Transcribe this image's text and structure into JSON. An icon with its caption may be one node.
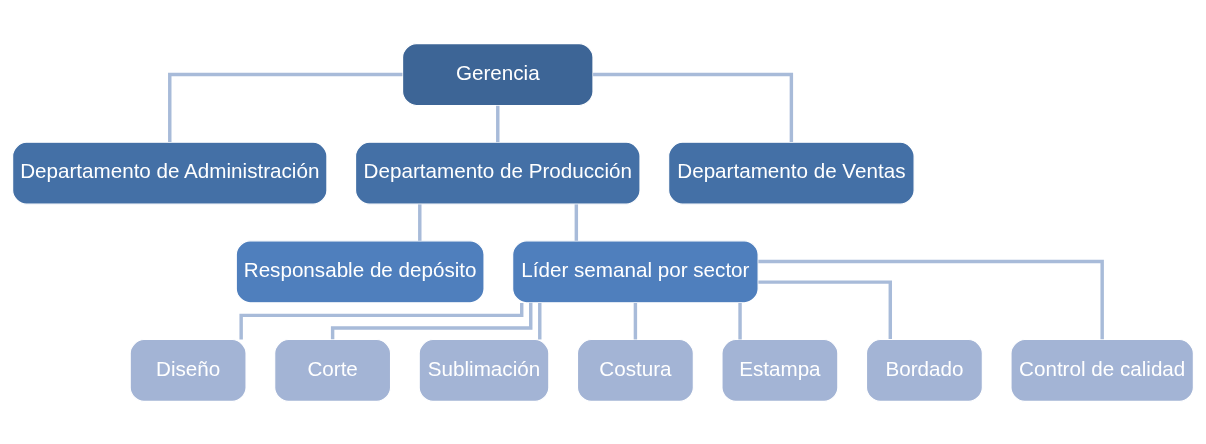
{
  "diagram": {
    "nodes": [
      {
        "text": [
          "Gerencia"
        ]
      },
      {
        "text": [
          "Departamento de Administración"
        ]
      },
      {
        "text": [
          "Departamento de Producción"
        ]
      },
      {
        "text": [
          "Departamento de Ventas"
        ]
      },
      {
        "text": [
          "Responsable de depósito"
        ]
      },
      {
        "text": [
          "Líder semanal por sector"
        ]
      },
      {
        "text": [
          "Diseño"
        ]
      },
      {
        "text": [
          "Corte"
        ]
      },
      {
        "text": [
          "Sublimación"
        ]
      },
      {
        "text": [
          "Costura"
        ]
      },
      {
        "text": [
          "Estampa"
        ]
      },
      {
        "text": [
          "Bordado"
        ]
      },
      {
        "text": [
          "Control de calidad"
        ]
      }
    ],
    "edges": [
      {
        "from": 0,
        "to": 1,
        "arrow": "none"
      },
      {
        "from": 0,
        "to": 2,
        "arrow": "none"
      },
      {
        "from": 0,
        "to": 3,
        "arrow": "none"
      },
      {
        "from": 2,
        "to": 4,
        "arrow": "none"
      },
      {
        "from": 2,
        "to": 5,
        "arrow": "none"
      },
      {
        "from": 5,
        "to": 6,
        "arrow": "none"
      },
      {
        "from": 5,
        "to": 7,
        "arrow": "none"
      },
      {
        "from": 5,
        "to": 8,
        "arrow": "none"
      },
      {
        "from": 5,
        "to": 9,
        "arrow": "none"
      },
      {
        "from": 5,
        "to": 10,
        "arrow": "none"
      },
      {
        "from": 5,
        "to": 11,
        "arrow": "none"
      },
      {
        "from": 5,
        "to": 12,
        "arrow": "none"
      }
    ]
  }
}
